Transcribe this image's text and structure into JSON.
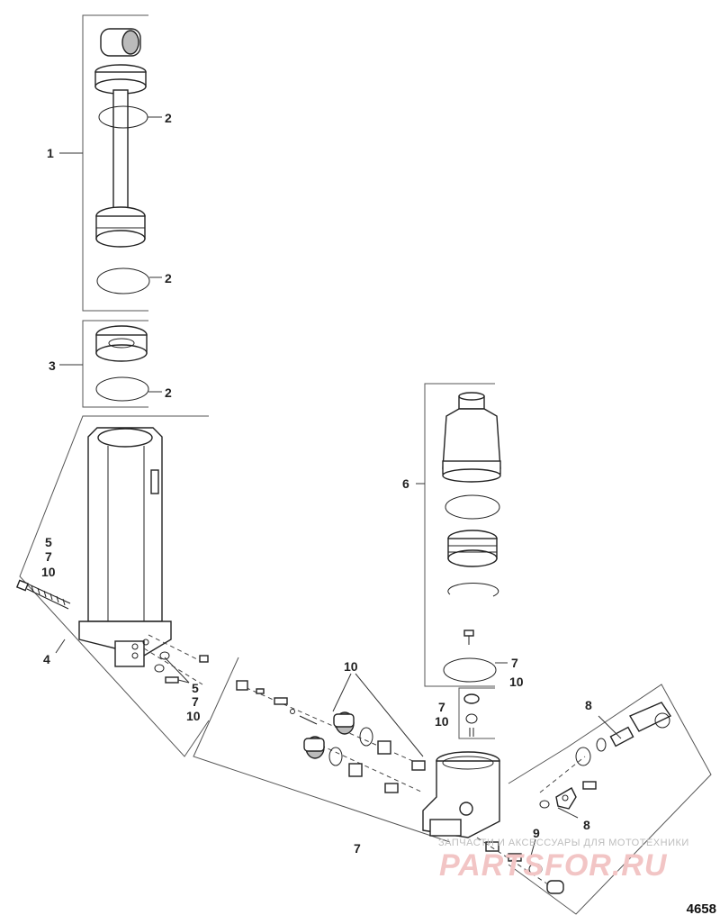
{
  "figure_number": "4658",
  "watermark": {
    "caption": "ЗАПЧАСТИ И АКСЕССУАРЫ ДЛЯ МОТОТЕХНИКИ",
    "logo": "PARTSFOR.RU"
  },
  "callouts": {
    "c1": "1",
    "c2a": "2",
    "c2b": "2",
    "c2c": "2",
    "c3": "3",
    "c4": "4",
    "c5a_1": "5",
    "c5a_2": "7",
    "c5a_3": "10",
    "c5b_1": "5",
    "c5b_2": "7",
    "c5b_3": "10",
    "c6": "6",
    "c7a_1": "7",
    "c7a_2": "10",
    "c7b_1": "7",
    "c7b_2": "10",
    "c7c": "7",
    "c8a": "8",
    "c8b": "8",
    "c9": "9",
    "c10": "10"
  }
}
